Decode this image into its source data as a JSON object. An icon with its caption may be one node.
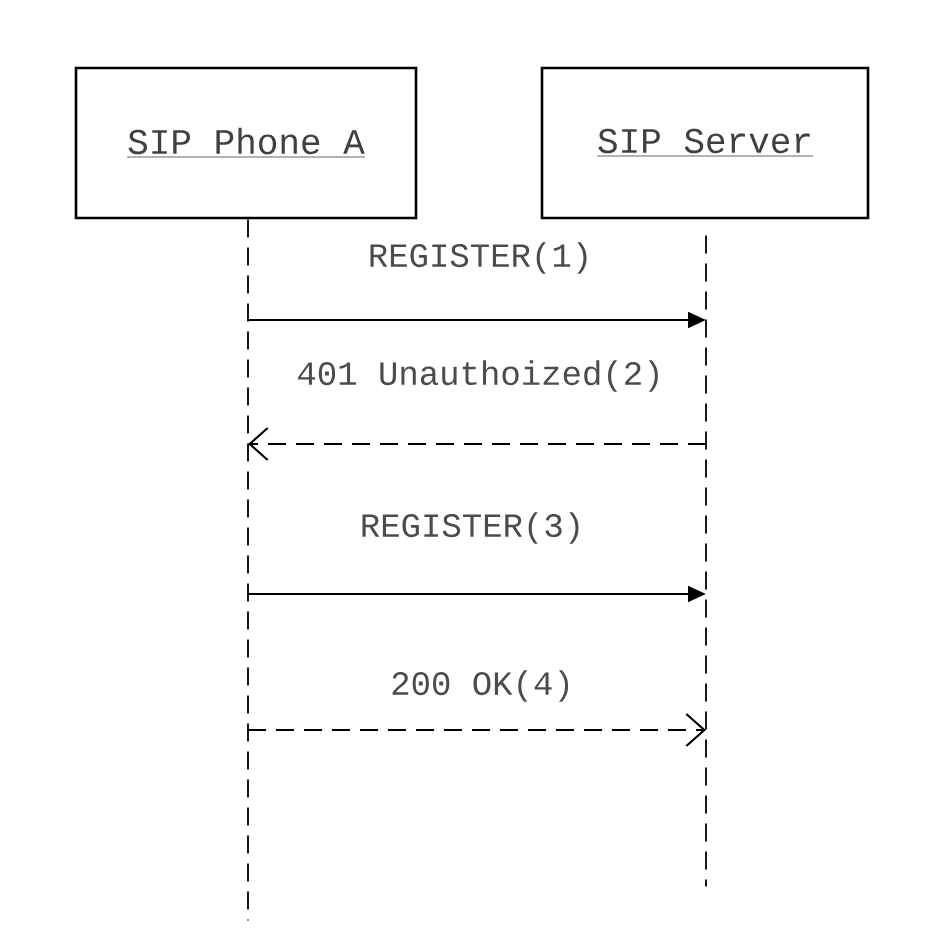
{
  "diagram": {
    "nodes": [
      {
        "text": [
          "SIP Phone A"
        ]
      },
      {
        "text": [
          "SIP Server"
        ]
      },
      {
        "text": [],
        "shape": "line"
      },
      {
        "text": [],
        "shape": "line"
      }
    ],
    "edges": [
      {
        "from": 2,
        "to": 3,
        "arrow": "to",
        "label": "REGISTER(1)"
      },
      {
        "from": 3,
        "to": 2,
        "arrow": "to",
        "label": "401 Unauthoized(2)",
        "style": "dashed"
      },
      {
        "from": 2,
        "to": 3,
        "arrow": "to",
        "label": "REGISTER(3)"
      },
      {
        "from": 2,
        "to": 3,
        "arrow": "to",
        "label": "200 OK(4)",
        "style": "dashed"
      }
    ]
  }
}
